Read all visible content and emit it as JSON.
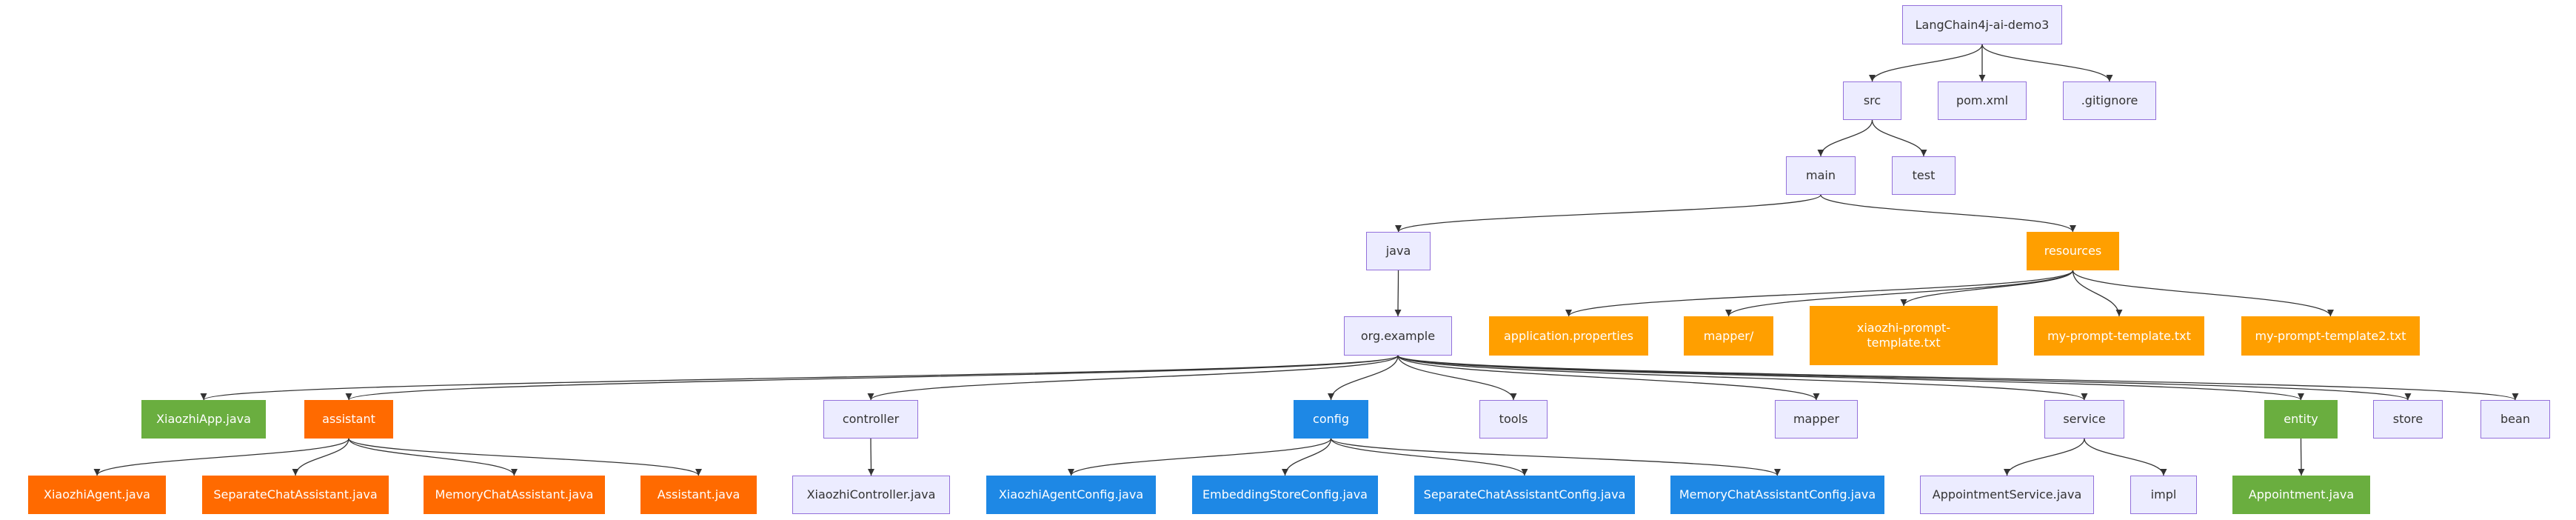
{
  "diagram": {
    "type": "flowchart",
    "direction": "top-down",
    "colors": {
      "default_fill": "#ececff",
      "default_border": "#9370db",
      "config_fill": "#1e88e5",
      "resource_fill": "#ff9f00",
      "assistant_fill": "#ff6a00",
      "green_fill": "#6aae3f",
      "edge": "#333333"
    },
    "nodes": {
      "root": "LangChain4j-ai-demo3",
      "src": "src",
      "pom": "pom.xml",
      "gitignore": ".gitignore",
      "main": "main",
      "test": "test",
      "java": "java",
      "resources": "resources",
      "orgexample": "org.example",
      "appprops": "application.properties",
      "mapperdir": "mapper/",
      "xiaozhiprompt": "xiaozhi-prompt-template.txt",
      "myprompt": "my-prompt-template.txt",
      "myprompt2": "my-prompt-template2.txt",
      "xiaozhiapp": "XiaozhiApp.java",
      "assistant": "assistant",
      "controller": "controller",
      "config": "config",
      "tools": "tools",
      "mapper": "mapper",
      "service": "service",
      "entity": "entity",
      "store": "store",
      "bean": "bean",
      "xiaozhiagent": "XiaozhiAgent.java",
      "separatechat": "SeparateChatAssistant.java",
      "memorychat": "MemoryChatAssistant.java",
      "assistantjava": "Assistant.java",
      "xiaozhicontroller": "XiaozhiController.java",
      "xiaozhiagentconfig": "XiaozhiAgentConfig.java",
      "embeddingstore": "EmbeddingStoreConfig.java",
      "separatechatconfig": "SeparateChatAssistantConfig.java",
      "memorychatconfig": "MemoryChatAssistantConfig.java",
      "appointmentservice": "AppointmentService.java",
      "impl": "impl",
      "appointment": "Appointment.java"
    },
    "edges": [
      [
        "root",
        "src"
      ],
      [
        "root",
        "pom"
      ],
      [
        "root",
        "gitignore"
      ],
      [
        "src",
        "main"
      ],
      [
        "src",
        "test"
      ],
      [
        "main",
        "java"
      ],
      [
        "main",
        "resources"
      ],
      [
        "java",
        "orgexample"
      ],
      [
        "resources",
        "appprops"
      ],
      [
        "resources",
        "mapperdir"
      ],
      [
        "resources",
        "xiaozhiprompt"
      ],
      [
        "resources",
        "myprompt"
      ],
      [
        "resources",
        "myprompt2"
      ],
      [
        "orgexample",
        "xiaozhiapp"
      ],
      [
        "orgexample",
        "assistant"
      ],
      [
        "orgexample",
        "controller"
      ],
      [
        "orgexample",
        "config"
      ],
      [
        "orgexample",
        "tools"
      ],
      [
        "orgexample",
        "mapper"
      ],
      [
        "orgexample",
        "service"
      ],
      [
        "orgexample",
        "entity"
      ],
      [
        "orgexample",
        "store"
      ],
      [
        "orgexample",
        "bean"
      ],
      [
        "assistant",
        "xiaozhiagent"
      ],
      [
        "assistant",
        "separatechat"
      ],
      [
        "assistant",
        "memorychat"
      ],
      [
        "assistant",
        "assistantjava"
      ],
      [
        "controller",
        "xiaozhicontroller"
      ],
      [
        "config",
        "xiaozhiagentconfig"
      ],
      [
        "config",
        "embeddingstore"
      ],
      [
        "config",
        "separatechatconfig"
      ],
      [
        "config",
        "memorychatconfig"
      ],
      [
        "service",
        "appointmentservice"
      ],
      [
        "service",
        "impl"
      ],
      [
        "entity",
        "appointment"
      ]
    ]
  }
}
